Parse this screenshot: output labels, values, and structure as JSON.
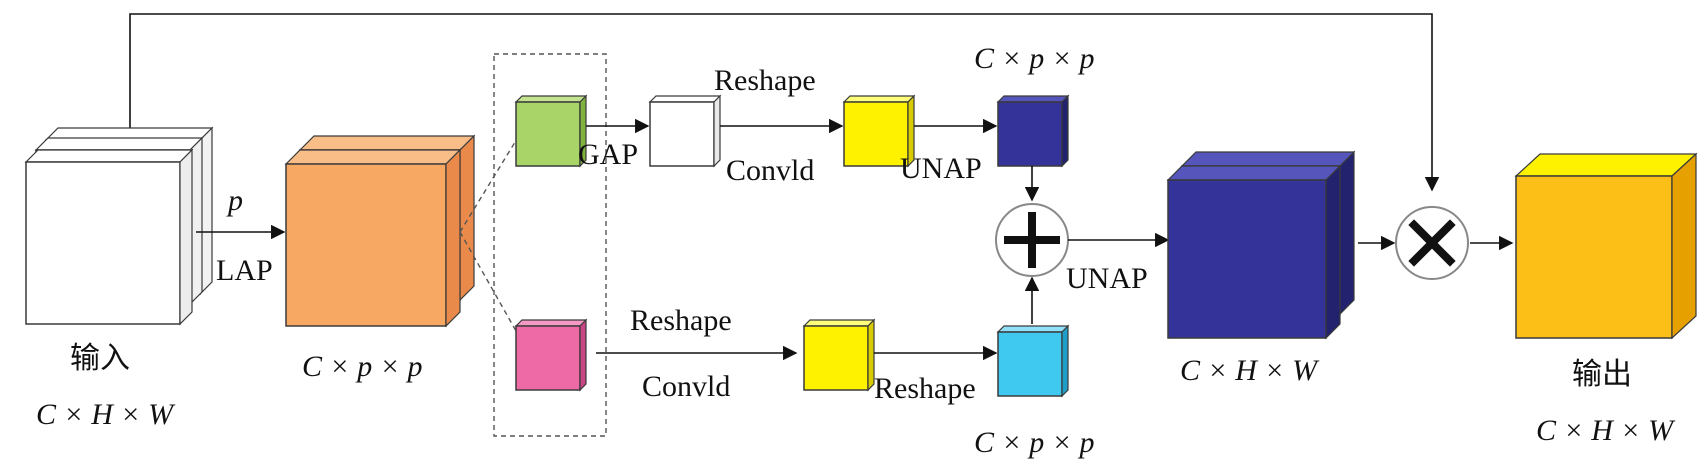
{
  "labels": {
    "input_name": "输入",
    "input_dims": "C × H × W",
    "p": "p",
    "lap": "LAP",
    "pooled_dims": "C × p × p",
    "gap": "GAP",
    "reshape_top": "Reshape",
    "conv_top": "Convld",
    "unap_top": "UNAP",
    "top_dims": "C × p × p",
    "reshape_bottom_1": "Reshape",
    "conv_bottom": "Convld",
    "reshape_bottom_2": "Reshape",
    "bottom_dims": "C × p × p",
    "unap_mid": "UNAP",
    "mid_dims": "C × H × W",
    "output_name": "输出",
    "output_dims": "C × H × W"
  },
  "colors": {
    "input": "#ffffff",
    "pooled": "#f7a963",
    "green": "#a8d468",
    "pink": "#ee6aa7",
    "yellow": "#fff200",
    "navy": "#333399",
    "cyan": "#3fc8f0",
    "output": "#fbbf17",
    "output_top": "#fff200"
  },
  "symbols": {
    "add": "⊕",
    "multiply": "⊗"
  }
}
